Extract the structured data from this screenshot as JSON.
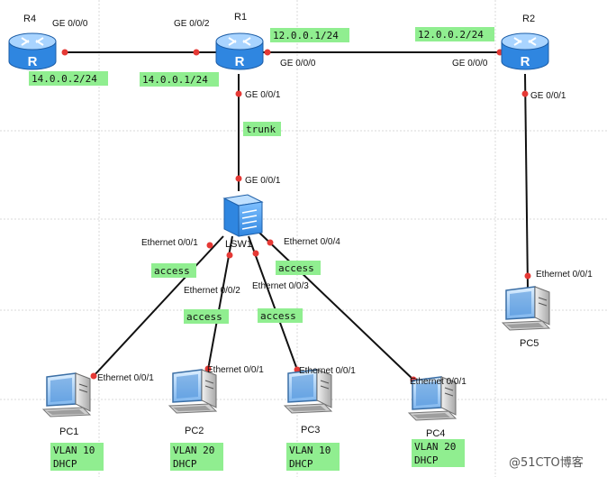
{
  "colors": {
    "tag_bg": "#90EE90",
    "port_dot": "#E53935",
    "link": "#111111",
    "grid": "#D9D9D9",
    "router_top": "#A9D4FF",
    "router_body": "#2F86E0"
  },
  "devices": {
    "r4": "R4",
    "r1": "R1",
    "r2": "R2",
    "lsw1": "LSW1",
    "pc1": "PC1",
    "pc2": "PC2",
    "pc3": "PC3",
    "pc4": "PC4",
    "pc5": "PC5"
  },
  "router_glyph": "R",
  "ports": {
    "r4_ge000": "GE 0/0/0",
    "r1_ge002": "GE 0/0/2",
    "r1_ge000": "GE 0/0/0",
    "r1_ge001": "GE 0/0/1",
    "r2_ge000": "GE 0/0/0",
    "r2_ge001": "GE 0/0/1",
    "lsw_ge001": "GE 0/0/1",
    "lsw_e001": "Ethernet 0/0/1",
    "lsw_e002": "Ethernet 0/0/2",
    "lsw_e003": "Ethernet 0/0/3",
    "lsw_e004": "Ethernet 0/0/4",
    "pc1_e001": "Ethernet 0/0/1",
    "pc2_e001": "Ethernet 0/0/1",
    "pc3_e001": "Ethernet 0/0/1",
    "pc4_e001": "Ethernet 0/0/1",
    "pc5_e001": "Ethernet 0/0/1"
  },
  "ips": {
    "r4": "14.0.0.2/24",
    "r1_left": "14.0.0.1/24",
    "r1_right": "12.0.0.1/24",
    "r2": "12.0.0.2/24"
  },
  "link_modes": {
    "uplink": "trunk",
    "pc1": "access",
    "pc2": "access",
    "pc3": "access",
    "pc4": "access"
  },
  "pc_info": {
    "pc1": {
      "vlan": "VLAN 10",
      "dhcp": "DHCP"
    },
    "pc2": {
      "vlan": "VLAN 20",
      "dhcp": "DHCP"
    },
    "pc3": {
      "vlan": "VLAN 10",
      "dhcp": "DHCP"
    },
    "pc4": {
      "vlan": "VLAN 20",
      "dhcp": "DHCP"
    }
  },
  "watermark": "@51CTO博客"
}
